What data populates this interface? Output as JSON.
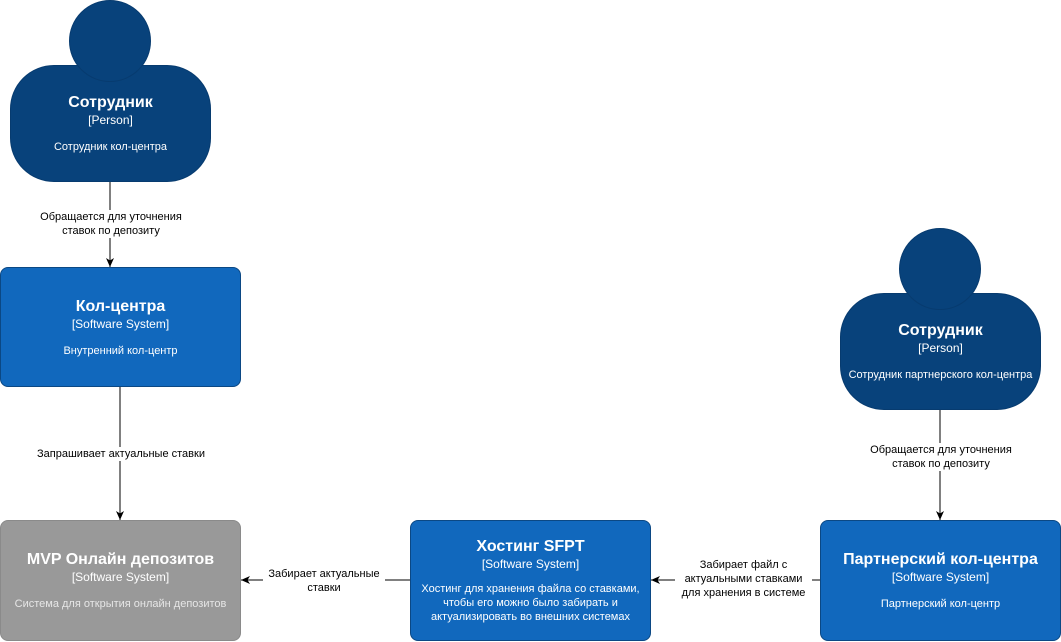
{
  "persons": [
    {
      "id": "employee",
      "title": "Сотрудник",
      "type": "[Person]",
      "desc": "Сотрудник кол-центра"
    },
    {
      "id": "partner-employee",
      "title": "Сотрудник",
      "type": "[Person]",
      "desc": "Сотрудник партнерского кол-центра"
    }
  ],
  "systems": [
    {
      "id": "callcenter",
      "title": "Кол-центра",
      "type": "[Software System]",
      "desc": "Внутренний кол-центр"
    },
    {
      "id": "mvp",
      "title": "MVP Онлайн депозитов",
      "type": "[Software System]",
      "desc": "Система для открытия онлайн депозитов"
    },
    {
      "id": "sfpt",
      "title": "Хостинг SFPT",
      "type": "[Software System]",
      "desc": "Хостинг для хранения файла со ставками, чтобы его можно было забирать и актуализировать во внешних системах"
    },
    {
      "id": "partner",
      "title": "Партнерский кол-центра",
      "type": "[Software System]",
      "desc": "Партнерский кол-центр"
    }
  ],
  "edges": [
    {
      "from": "employee",
      "to": "callcenter",
      "label": "Обращается для уточнения ставок по депозиту"
    },
    {
      "from": "callcenter",
      "to": "mvp",
      "label": "Запрашивает актуальные ставки"
    },
    {
      "from": "partner-employee",
      "to": "partner",
      "label": "Обращается для уточнения ставок по депозиту"
    },
    {
      "from": "sfpt",
      "to": "mvp",
      "label": "Забирает актуальные ставки"
    },
    {
      "from": "partner",
      "to": "sfpt",
      "label": "Забирает файл с актуальными ставками для хранения в системе"
    }
  ],
  "colors": {
    "person": "#08427b",
    "internal_system": "#1168bd",
    "external_system": "#999999",
    "edge": "#000000"
  }
}
